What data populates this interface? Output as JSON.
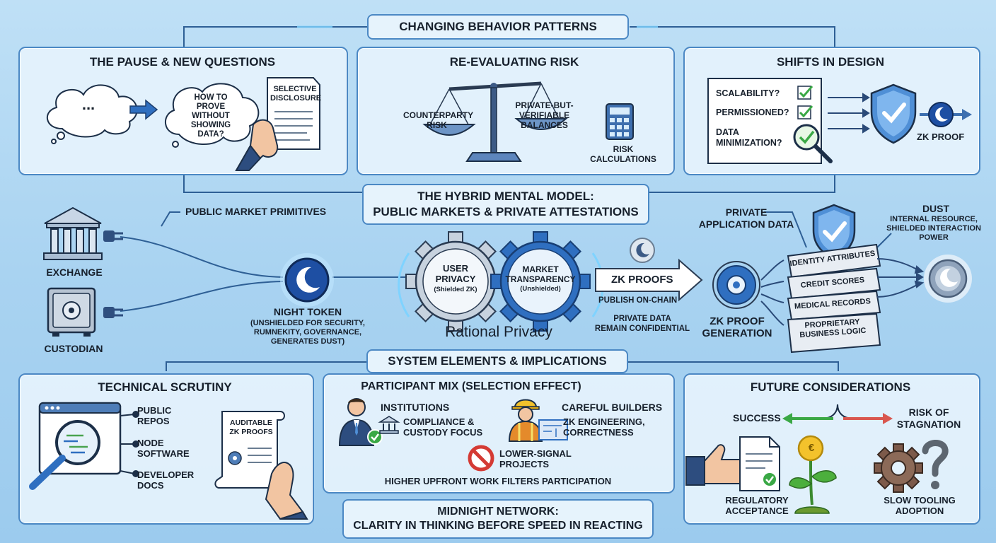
{
  "top_banner": "CHANGING BEHAVIOR PATTERNS",
  "middle_banner": [
    "THE HYBRID MENTAL MODEL:",
    "PUBLIC MARKETS & PRIVATE ATTESTATIONS"
  ],
  "system_banner": "SYSTEM ELEMENTS & IMPLICATIONS",
  "footer_banner": [
    "MIDNIGHT NETWORK:",
    "CLARITY IN THINKING BEFORE SPEED IN REACTING"
  ],
  "pause_panel": {
    "title": "THE PAUSE & NEW QUESTIONS",
    "thought_bubble": "...",
    "question": [
      "HOW TO",
      "PROVE WITHOUT",
      "SHOWING",
      "DATA?"
    ],
    "document": [
      "SELECTIVE",
      "DISCLOSURE"
    ]
  },
  "risk_panel": {
    "title": "RE-EVALUATING RISK",
    "left_label": [
      "COUNTERPARTY",
      "RISK"
    ],
    "right_label": [
      "PRIVATE-BUT-",
      "VERIFIABLE",
      "BALANCES"
    ],
    "calc_label": [
      "RISK",
      "CALCULATIONS"
    ]
  },
  "design_panel": {
    "title": "SHIFTS IN DESIGN",
    "checklist": [
      "SCALABILITY?",
      "PERMISSIONED?",
      "DATA",
      "MINIMIZATION?"
    ],
    "zk_label": "ZK PROOF"
  },
  "hybrid": {
    "public_primitives": "PUBLIC MARKET PRIMITIVES",
    "exchange": "EXCHANGE",
    "custodian": "CUSTODIAN",
    "night_token_title": "NIGHT TOKEN",
    "night_token_desc": [
      "(UNSHIELDED FOR SECURITY,",
      "RUMNEKITY, GOVERNANCE,",
      "GENERATES DUST)"
    ],
    "gear_left": [
      "USER",
      "PRIVACY",
      "(Shielded ZK)"
    ],
    "gear_right": [
      "MARKET",
      "TRANSPARENCY",
      "(Unshielded)"
    ],
    "rational_privacy": "Rational Privacy",
    "zk_proofs": "ZK PROOFS",
    "publish": "PUBLISH ON-CHAIN",
    "private_remain": [
      "PRIVATE DATA",
      "REMAIN CONFIDENTIAL"
    ],
    "zk_generation": [
      "ZK PROOF",
      "GENERATION"
    ],
    "private_app_data": [
      "PRIVATE",
      "APPLICATION DATA"
    ],
    "stack": [
      "IDENTITY ATTRIBUTES",
      "CREDIT SCORES",
      "MEDICAL RECORDS",
      "PROPRIETARY",
      "BUSINESS LOGIC"
    ],
    "dust_title": "DUST",
    "dust_desc": [
      "INTERNAL RESOURCE,",
      "SHIELDED INTERACTION",
      "POWER"
    ]
  },
  "scrutiny_panel": {
    "title": "TECHNICAL SCRUTINY",
    "items": [
      [
        "PUBLIC",
        "REPOS"
      ],
      [
        "NODE",
        "SOFTWARE"
      ],
      [
        "DEVELOPER",
        "DOCS"
      ]
    ],
    "doc": [
      "AUDITABLE",
      "ZK PROOFS"
    ]
  },
  "participant_panel": {
    "title": "PARTICIPANT MIX (SELECTION EFFECT)",
    "institutions": "INSTITUTIONS",
    "institutions_desc": [
      "COMPLIANCE &",
      "CUSTODY FOCUS"
    ],
    "builders": "CAREFUL BUILDERS",
    "builders_desc": [
      "ZK ENGINEERING,",
      "CORRECTNESS"
    ],
    "lower_signal": [
      "LOWER-SIGNAL",
      "PROJECTS"
    ],
    "footer": "HIGHER UPFRONT WORK FILTERS PARTICIPATION"
  },
  "future_panel": {
    "title": "FUTURE CONSIDERATIONS",
    "success": "SUCCESS",
    "risk": [
      "RISK OF",
      "STAGNATION"
    ],
    "regulatory": [
      "REGULATORY",
      "ACCEPTANCE"
    ],
    "slow": [
      "SLOW TOOLING",
      "ADOPTION"
    ],
    "coin_symbol": "€"
  },
  "colors": {
    "border": "#4b88c4",
    "panel": "#e4f2fc",
    "accent_blue": "#2f6fc0",
    "check_green": "#3aa845",
    "orb": "#1e4fa3"
  }
}
